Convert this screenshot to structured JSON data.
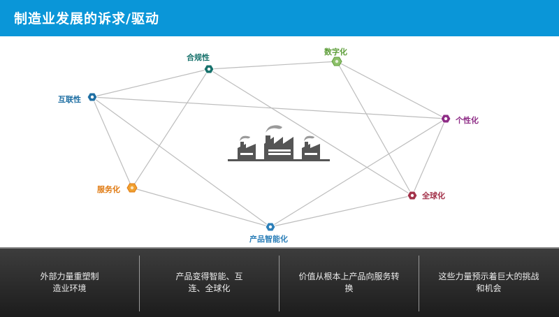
{
  "header": {
    "title": "制造业发展的诉求/驱动"
  },
  "colors": {
    "header_bg": "#0a96d8",
    "blue": "#1f6fa3",
    "teal": "#16716b",
    "green": "#5e9e3a",
    "purple": "#8e2c86",
    "red": "#a3324a",
    "orange": "#e07a12",
    "sky": "#2c7fb8"
  },
  "diagram": {
    "nodes": {
      "compliance": {
        "label": "合规性"
      },
      "digital": {
        "label": "数字化"
      },
      "connectivity": {
        "label": "互联性"
      },
      "personalization": {
        "label": "个性化"
      },
      "servitization": {
        "label": "服务化"
      },
      "globalization": {
        "label": "全球化"
      },
      "smart_products": {
        "label": "产品智能化"
      }
    },
    "center_icon": "factory-icon"
  },
  "bottom_panels": [
    {
      "text": "外部力量重塑制造业环境"
    },
    {
      "text": "产品变得智能、互连、全球化"
    },
    {
      "text": "价值从根本上产品向服务转换"
    },
    {
      "text": "这些力量预示着巨大的挑战和机会"
    }
  ]
}
